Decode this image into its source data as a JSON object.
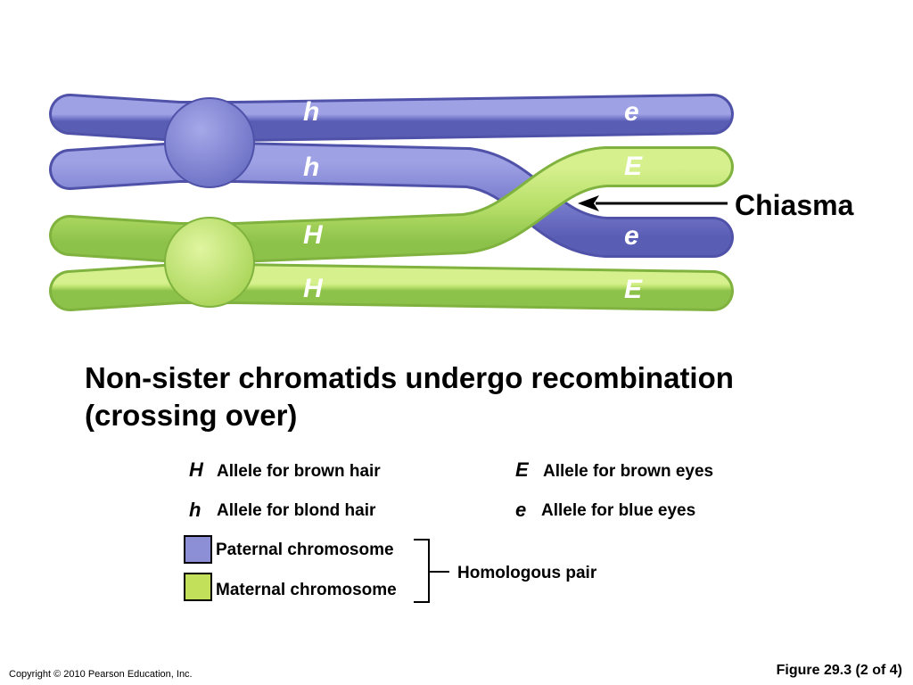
{
  "diagram": {
    "chromatids": [
      {
        "id": "paternal-1",
        "left_allele": "h",
        "right_allele": "e"
      },
      {
        "id": "paternal-2",
        "left_allele": "h",
        "right_allele": "E"
      },
      {
        "id": "maternal-1",
        "left_allele": "H",
        "right_allele": "e"
      },
      {
        "id": "maternal-2",
        "left_allele": "H",
        "right_allele": "E"
      }
    ],
    "chiasma_label": "Chiasma",
    "colors": {
      "paternal": "#7b7fcf",
      "paternal_dark": "#4f52a8",
      "maternal": "#b8e06a",
      "maternal_dark": "#7fb23e"
    }
  },
  "heading": {
    "line1": "Non-sister chromatids undergo recombination",
    "line2": "(crossing over)"
  },
  "key": {
    "brown_hair": {
      "symbol": "H",
      "text": "Allele for brown hair"
    },
    "blond_hair": {
      "symbol": "h",
      "text": "Allele for blond hair"
    },
    "brown_eyes": {
      "symbol": "E",
      "text": "Allele for brown eyes"
    },
    "blue_eyes": {
      "symbol": "e",
      "text": "Allele for blue eyes"
    },
    "paternal": {
      "text": "Paternal chromosome",
      "color": "#8c8fd6"
    },
    "maternal": {
      "text": "Maternal chromosome",
      "color": "#c3e05a"
    },
    "pair_label": "Homologous pair"
  },
  "footer": {
    "copyright": "Copyright © 2010 Pearson Education, Inc.",
    "figure": "Figure 29.3 (2 of 4)"
  }
}
